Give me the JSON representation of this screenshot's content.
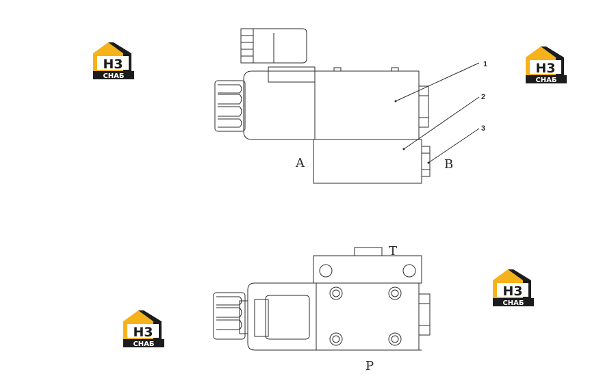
{
  "diagram": {
    "callouts": [
      "1",
      "2",
      "3"
    ],
    "port_labels": {
      "a": "A",
      "b": "B",
      "t": "T",
      "p": "P"
    }
  },
  "logo": {
    "mark": "H3",
    "wordmark": "CHAБ",
    "colors": {
      "yellow": "#f5b21b",
      "black": "#1c1c1c",
      "white": "#ffffff"
    }
  },
  "colors": {
    "line": "#2a2a2a"
  }
}
